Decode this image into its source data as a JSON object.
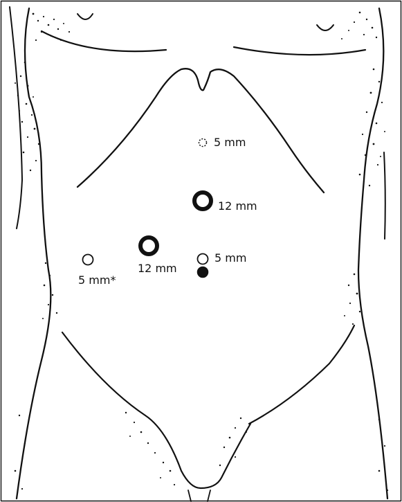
{
  "colors": {
    "ink": "#111111",
    "background": "#ffffff"
  },
  "ports": [
    {
      "id": "upper-5mm",
      "label": "5 mm",
      "style": "dotted"
    },
    {
      "id": "supra-12mm",
      "label": "12 mm",
      "style": "thick"
    },
    {
      "id": "left-12mm",
      "label": "12 mm",
      "style": "thick"
    },
    {
      "id": "right-5mm",
      "label": "5 mm",
      "style": "open"
    },
    {
      "id": "lateral-5mm",
      "label": "5 mm*",
      "style": "open"
    }
  ]
}
